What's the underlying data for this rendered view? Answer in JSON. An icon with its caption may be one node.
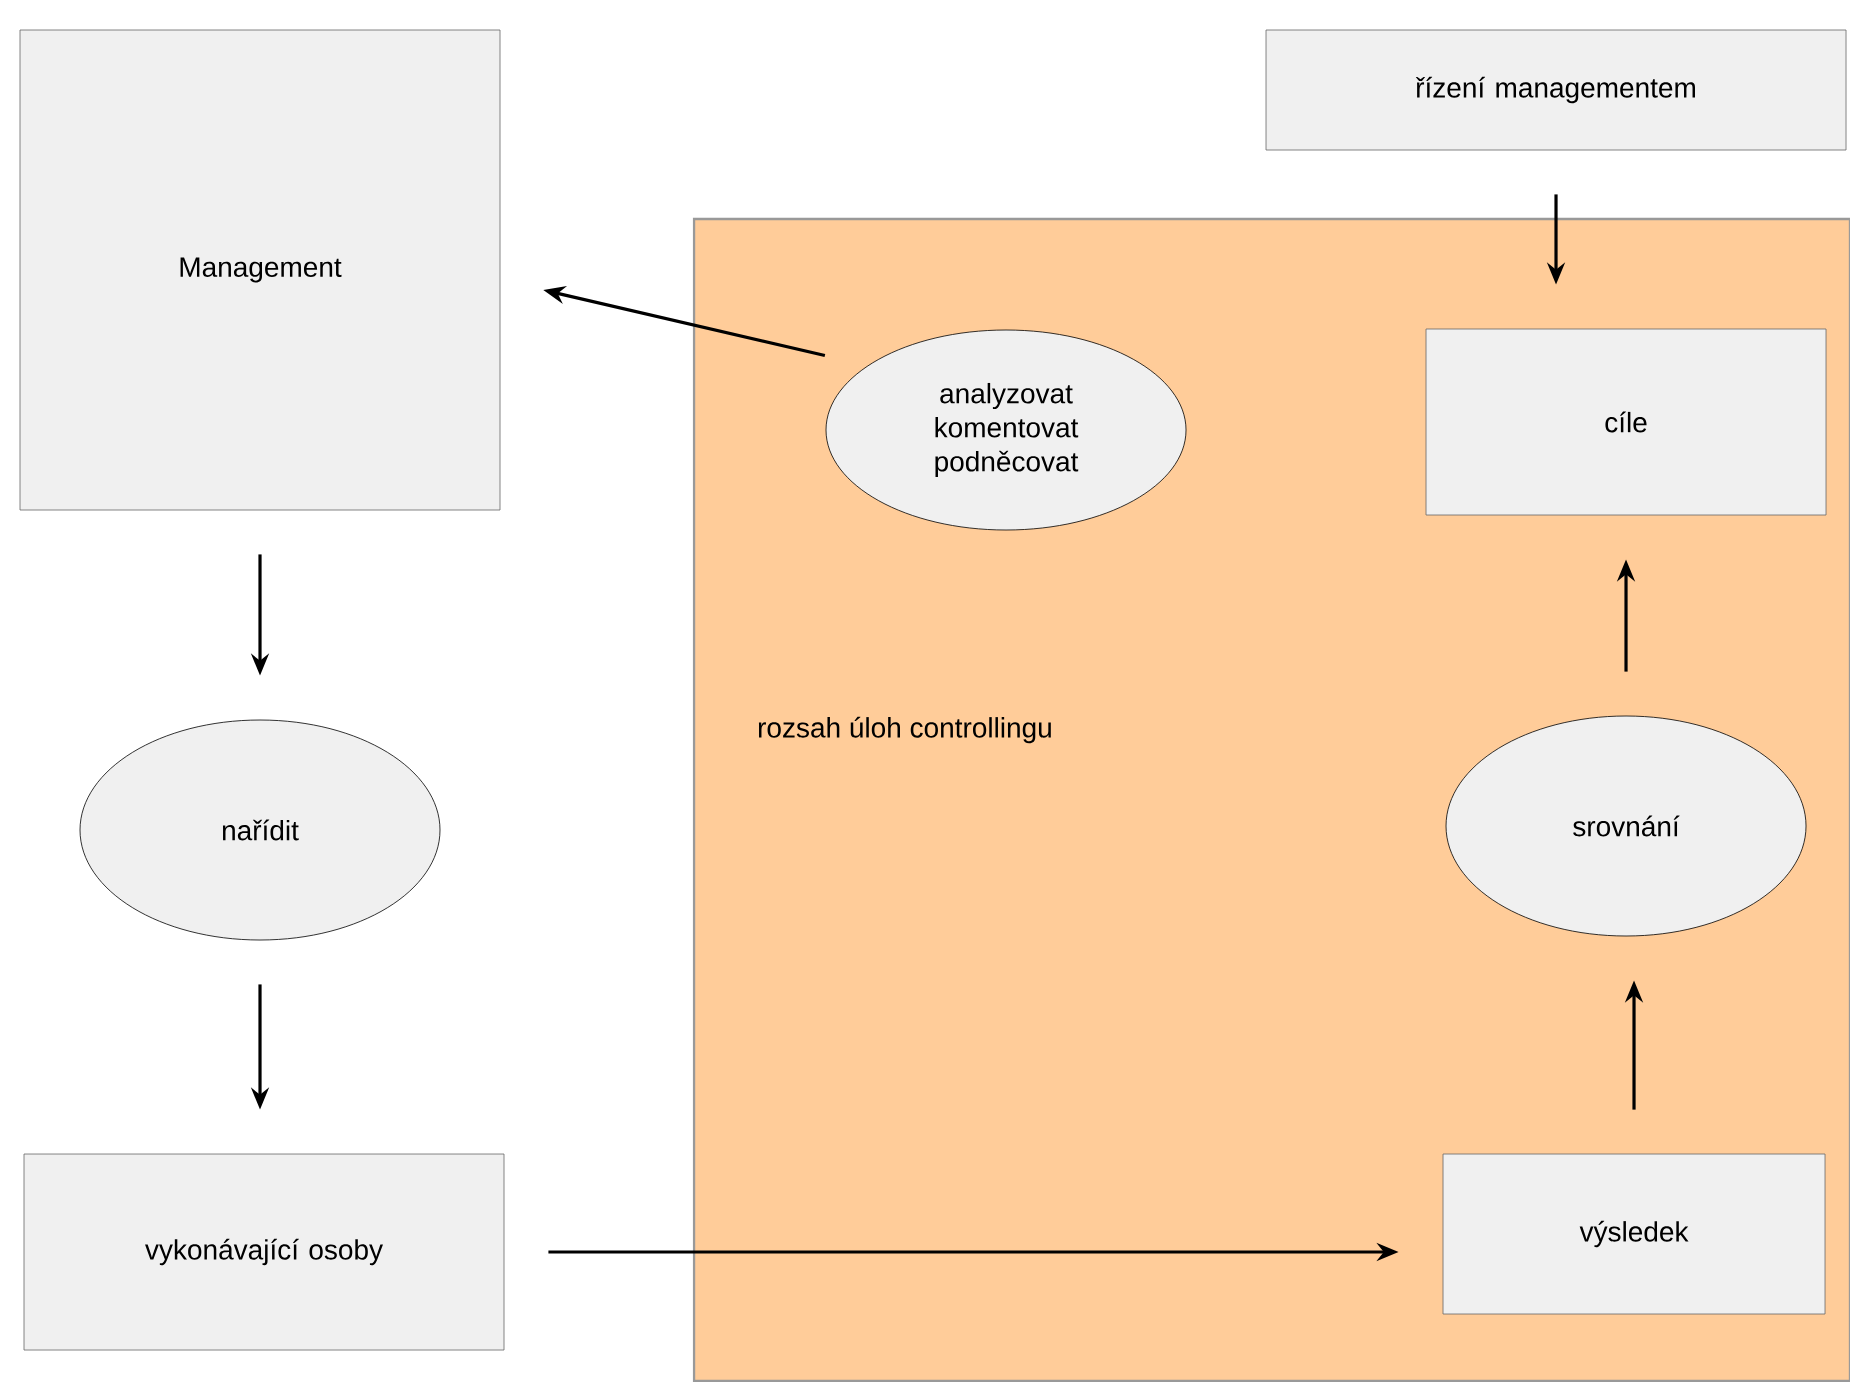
{
  "diagram": {
    "nodes": [
      {
        "text": [
          "Management"
        ]
      },
      {
        "text": [
          "řízení managementem"
        ]
      },
      {
        "text": [
          "rozsah úloh controllingu"
        ]
      },
      {
        "text": [
          "analyzovat komentovat podněcovat"
        ],
        "in": 2
      },
      {
        "text": [
          "cíle"
        ],
        "in": 2
      },
      {
        "text": [
          "nařídit"
        ]
      },
      {
        "text": [
          "srovnání"
        ],
        "in": 2
      },
      {
        "text": [
          "vykonávající osoby"
        ]
      },
      {
        "text": [
          "výsledek"
        ],
        "in": 2
      }
    ],
    "edges": [
      {
        "from": 3,
        "to": 0,
        "arrow": "to"
      },
      {
        "from": 1,
        "to": 4,
        "arrow": "to"
      },
      {
        "from": 0,
        "to": 5,
        "arrow": "to"
      },
      {
        "from": 5,
        "to": 7,
        "arrow": "to"
      },
      {
        "from": 7,
        "to": 8,
        "arrow": "to"
      },
      {
        "from": 8,
        "to": 6,
        "arrow": "to"
      },
      {
        "from": 6,
        "to": 4,
        "arrow": "to"
      }
    ]
  }
}
